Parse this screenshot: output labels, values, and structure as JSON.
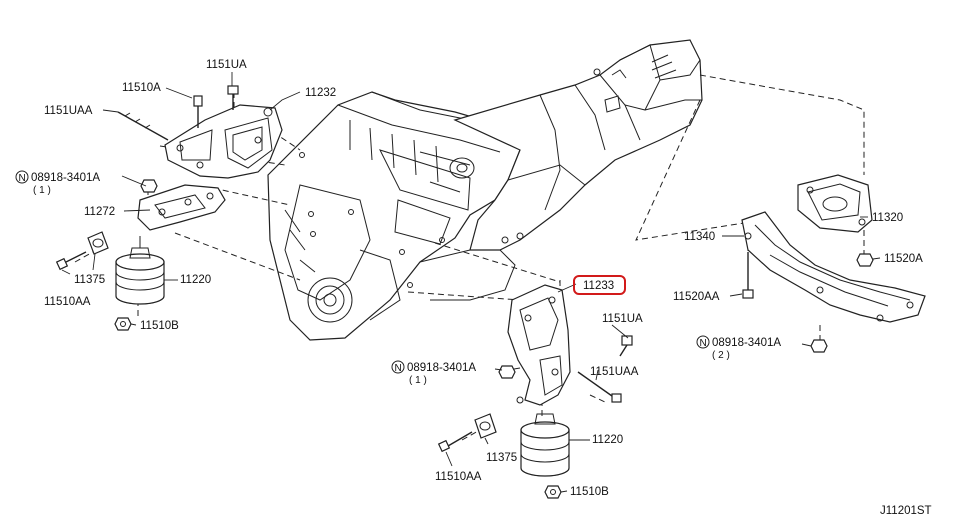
{
  "diagram": {
    "labels": {
      "bolt_1151ua_top": "1151UA",
      "nut_11510a": "11510A",
      "bolt_1151uaa_top": "1151UAA",
      "bracket_11232": "11232",
      "washer_08918_top": "08918-3401A",
      "washer_08918_top_qty": "( 1 )",
      "bracket_11272": "11272",
      "stopper_11375_top": "11375",
      "insulator_11220_top": "11220",
      "bolt_11510aa_top": "11510AA",
      "nut_11510b_top": "11510B",
      "bracket_11233": "11233",
      "bolt_1151ua_bottom": "1151UA",
      "washer_08918_mid": "08918-3401A",
      "washer_08918_mid_qty": "( 1 )",
      "bolt_1151uaa_bottom": "1151UAA",
      "stopper_11375_bottom": "11375",
      "insulator_11220_bottom": "11220",
      "bolt_11510aa_bottom": "11510AA",
      "nut_11510b_bottom": "11510B",
      "insulator_11320": "11320",
      "member_11340": "11340",
      "nut_11520a": "11520A",
      "bolt_11520aa": "11520AA",
      "washer_08918_right": "08918-3401A",
      "washer_08918_right_qty": "( 2 )",
      "diagram_code": "J11201ST"
    },
    "washer_symbol": "N",
    "highlight_color": "#d21a1a"
  }
}
